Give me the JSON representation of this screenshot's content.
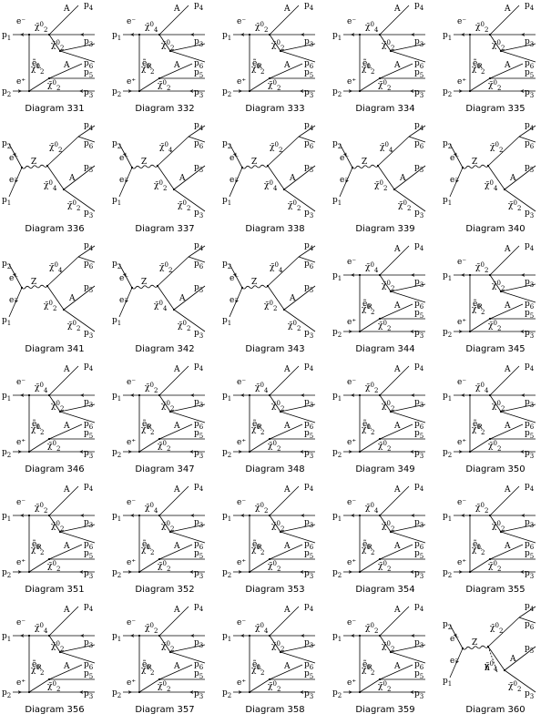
{
  "labels": {
    "p1": "p",
    "p1s": "1",
    "p2": "p",
    "p2s": "2",
    "p3": "p",
    "p3s": "3",
    "p4": "p",
    "p4s": "4",
    "p5": "p",
    "p5s": "5",
    "p6": "p",
    "p6s": "6",
    "A": "A",
    "Z": "Z",
    "h": "h",
    "em": "e⁻",
    "ep": "e⁺",
    "chi": "χ̃",
    "chi4s": "4",
    "chi2s": "2",
    "chi0": "0",
    "eR": "ẽ",
    "eRs": "R",
    "eL": "ẽ",
    "eLs": "L"
  },
  "diagrams": [
    {
      "kind": "t",
      "caption": "Diagram 331"
    },
    {
      "kind": "t",
      "caption": "Diagram 332"
    },
    {
      "kind": "t",
      "caption": "Diagram 333"
    },
    {
      "kind": "t",
      "caption": "Diagram 334"
    },
    {
      "kind": "t",
      "caption": "Diagram 335"
    },
    {
      "kind": "s",
      "caption": "Diagram 336"
    },
    {
      "kind": "s",
      "caption": "Diagram 337"
    },
    {
      "kind": "s",
      "caption": "Diagram 338"
    },
    {
      "kind": "s",
      "caption": "Diagram 339"
    },
    {
      "kind": "s",
      "caption": "Diagram 340"
    },
    {
      "kind": "s",
      "caption": "Diagram 341"
    },
    {
      "kind": "s",
      "caption": "Diagram 342"
    },
    {
      "kind": "s",
      "caption": "Diagram 343"
    },
    {
      "kind": "t",
      "caption": "Diagram 344"
    },
    {
      "kind": "t",
      "caption": "Diagram 345"
    },
    {
      "kind": "t",
      "caption": "Diagram 346"
    },
    {
      "kind": "t",
      "caption": "Diagram 347"
    },
    {
      "kind": "t",
      "caption": "Diagram 348"
    },
    {
      "kind": "t",
      "caption": "Diagram 349"
    },
    {
      "kind": "t",
      "caption": "Diagram 350"
    },
    {
      "kind": "t",
      "caption": "Diagram 351"
    },
    {
      "kind": "t",
      "caption": "Diagram 352"
    },
    {
      "kind": "t",
      "caption": "Diagram 353"
    },
    {
      "kind": "t",
      "caption": "Diagram 354"
    },
    {
      "kind": "t",
      "caption": "Diagram 355"
    },
    {
      "kind": "t",
      "caption": "Diagram 356"
    },
    {
      "kind": "t",
      "caption": "Diagram 357"
    },
    {
      "kind": "t",
      "caption": "Diagram 358"
    },
    {
      "kind": "t",
      "caption": "Diagram 359"
    },
    {
      "kind": "h",
      "caption": "Diagram 360"
    }
  ]
}
